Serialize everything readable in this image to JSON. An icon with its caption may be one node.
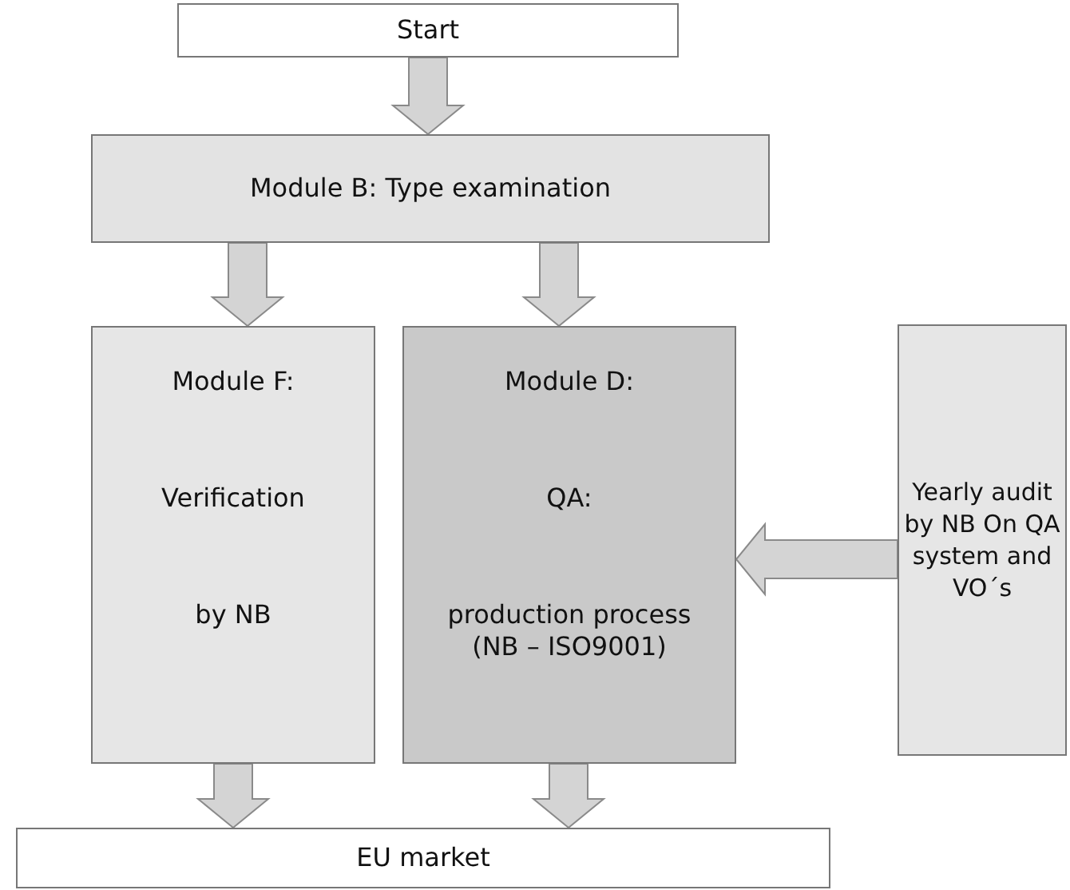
{
  "diagram": {
    "nodes": [
      {
        "text": [
          "Start"
        ]
      },
      {
        "text": [
          "Module B: Type examination"
        ]
      },
      {
        "text": [
          "Module F:",
          "Verification",
          "by NB"
        ]
      },
      {
        "text": [
          "Module D:",
          "QA:",
          "production process (NB – ISO9001)"
        ]
      },
      {
        "text": [
          "Yearly audit by NB On QA system and VO´s"
        ]
      },
      {
        "text": [
          "EU market"
        ]
      }
    ],
    "edges": [
      {
        "from": 0,
        "to": 1,
        "arrow": "to",
        "style": "thick"
      },
      {
        "from": 1,
        "to": 2,
        "arrow": "to",
        "style": "thick"
      },
      {
        "from": 1,
        "to": 3,
        "arrow": "to",
        "style": "thick"
      },
      {
        "from": 4,
        "to": 3,
        "arrow": "to",
        "style": "thick"
      },
      {
        "from": 2,
        "to": 5,
        "arrow": "to",
        "style": "thick"
      },
      {
        "from": 3,
        "to": 5,
        "arrow": "to",
        "style": "thick"
      }
    ]
  }
}
